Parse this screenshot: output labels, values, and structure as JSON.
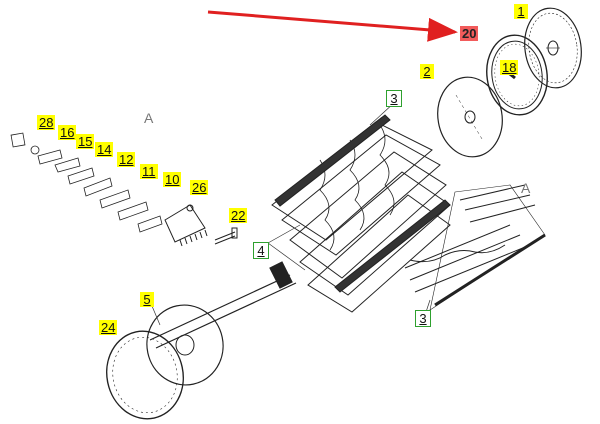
{
  "callouts": {
    "p1": "1",
    "p20": "20",
    "p18": "18",
    "p2": "2",
    "p3a": "3",
    "p3b": "3",
    "p4": "4",
    "p5": "5",
    "p10": "10",
    "p11": "11",
    "p12": "12",
    "p14": "14",
    "p15": "15",
    "p16": "16",
    "p22": "22",
    "p24": "24",
    "p26": "26",
    "p28": "28"
  },
  "section_letters": {
    "left": "A",
    "right": "A"
  },
  "colors": {
    "arrow": "#e02020",
    "highlight_yellow": "#ffff00",
    "highlight_red": "#f25b5b",
    "box_green": "#2ea02e",
    "line": "#222222"
  }
}
